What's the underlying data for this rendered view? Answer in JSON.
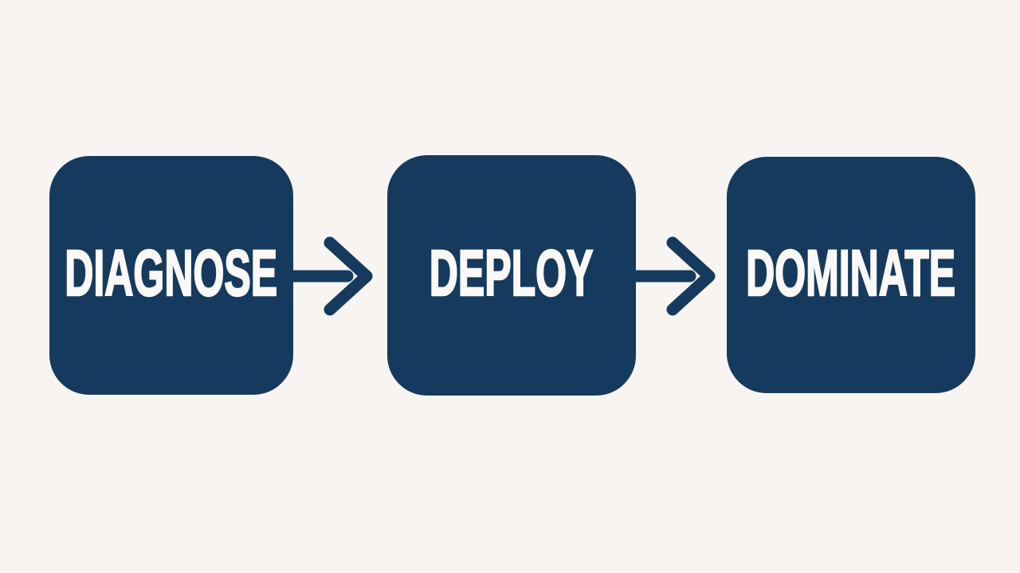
{
  "diagram": {
    "type": "process-flow",
    "steps": [
      {
        "label": "DIAGNOSE"
      },
      {
        "label": "DEPLOY"
      },
      {
        "label": "DOMINATE"
      }
    ],
    "connectors": [
      {
        "from": "DIAGNOSE",
        "to": "DEPLOY",
        "icon": "arrow-right-icon"
      },
      {
        "from": "DEPLOY",
        "to": "DOMINATE",
        "icon": "arrow-right-icon"
      }
    ]
  },
  "colors": {
    "background": "#f7f4f1",
    "box": "#153a5e",
    "text": "#faf9f7",
    "arrow": "#153a5e"
  }
}
